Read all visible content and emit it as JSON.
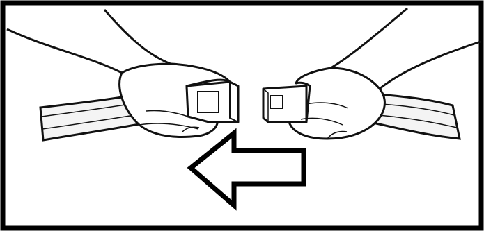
{
  "illustration": {
    "frame_color": "#000000",
    "background_color": "#ffffff",
    "stroke_color": "#111111",
    "belt_fill": "#f4f4f4",
    "hand_fill": "#ffffff",
    "arrow": {
      "direction": "left",
      "stroke_color": "#000000",
      "fill": "#ffffff"
    },
    "icons": [
      "left-belt-strap",
      "right-belt-strap",
      "left-hand",
      "right-hand",
      "buckle-latch-plate",
      "buckle-receiver",
      "direction-arrow-left"
    ]
  }
}
